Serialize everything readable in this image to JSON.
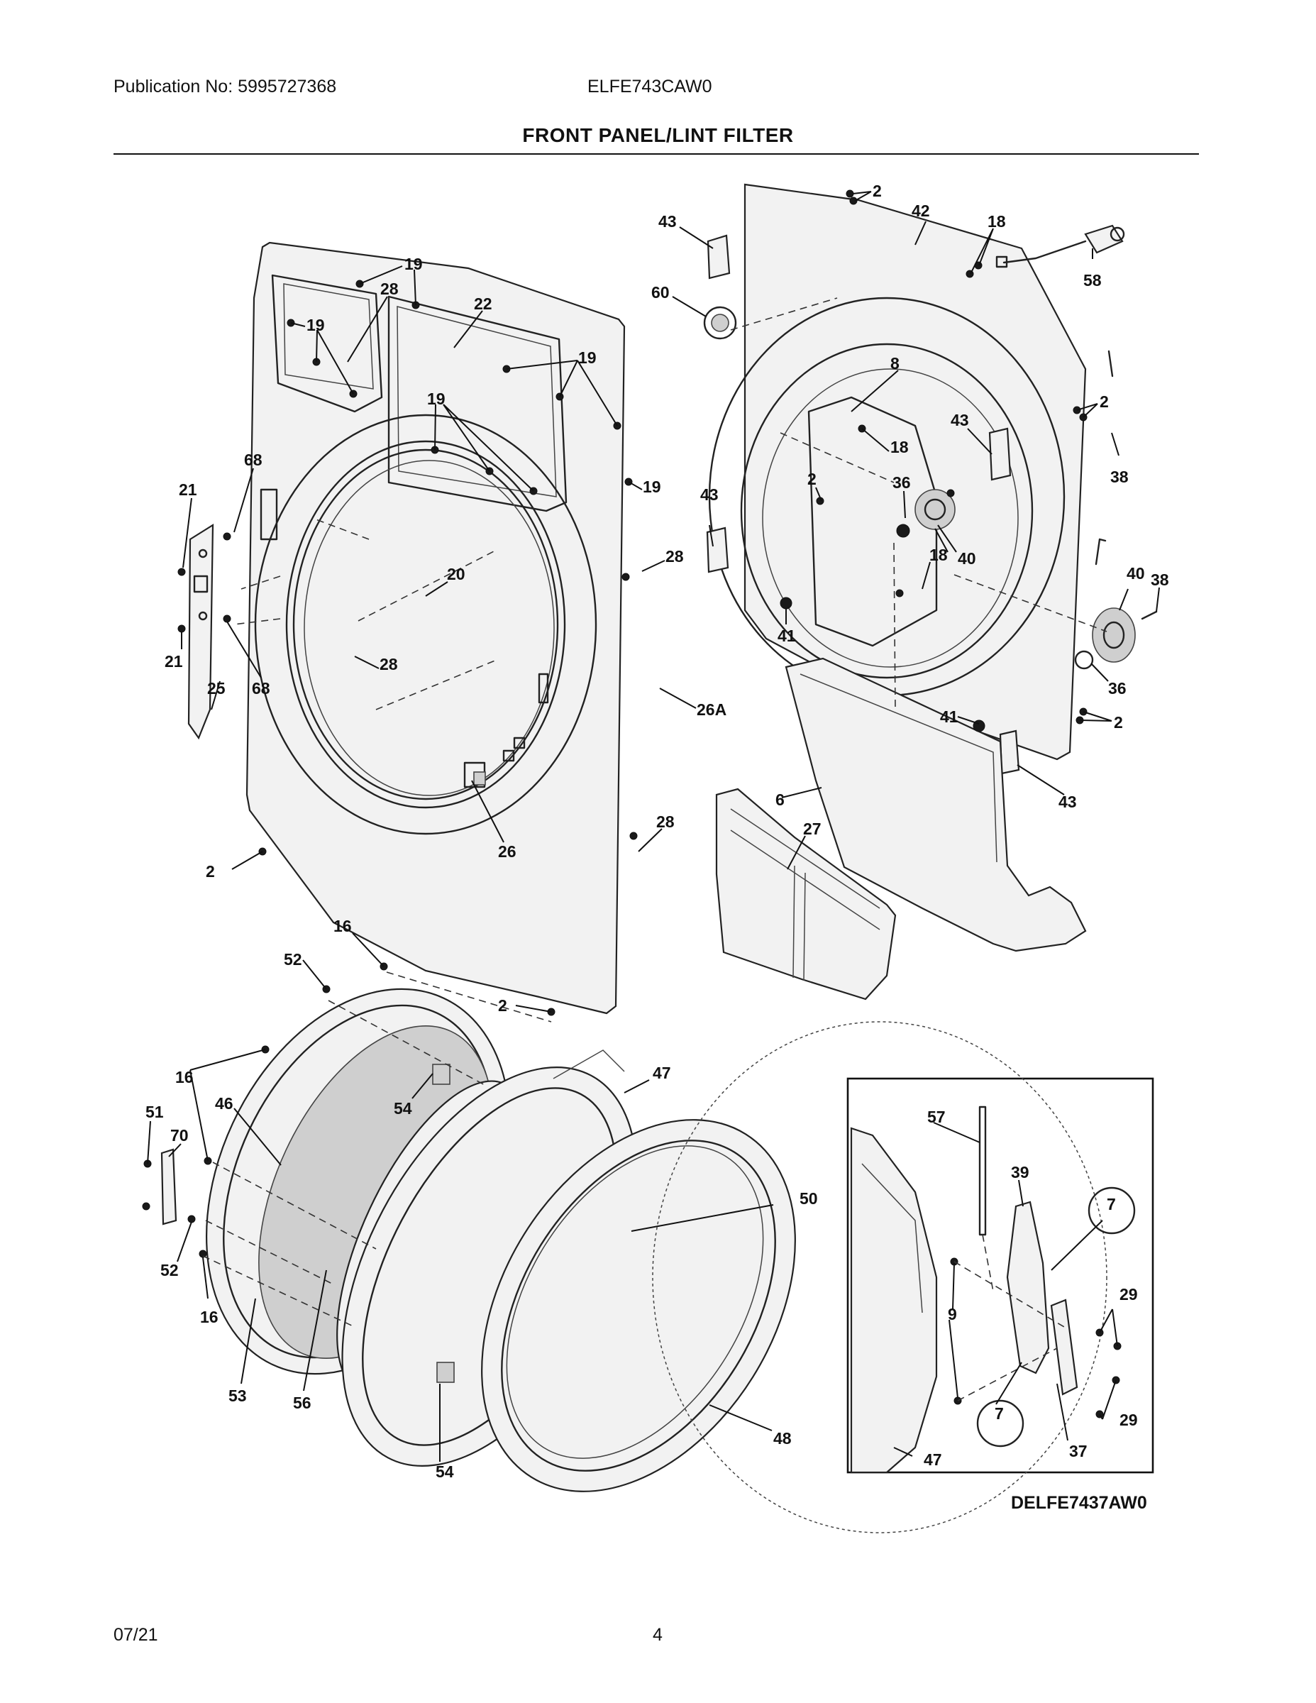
{
  "header": {
    "publication": "Publication No: 5995727368",
    "model": "ELFE743CAW0",
    "title": "FRONT PANEL/LINT FILTER"
  },
  "diagram": {
    "drawing_code": "DELFE7437AW0",
    "callouts": [
      {
        "label": "2"
      },
      {
        "label": "43"
      },
      {
        "label": "42"
      },
      {
        "label": "18"
      },
      {
        "label": "58"
      },
      {
        "label": "60"
      },
      {
        "label": "19"
      },
      {
        "label": "28"
      },
      {
        "label": "19"
      },
      {
        "label": "22"
      },
      {
        "label": "19"
      },
      {
        "label": "8"
      },
      {
        "label": "19"
      },
      {
        "label": "2"
      },
      {
        "label": "43"
      },
      {
        "label": "18"
      },
      {
        "label": "38"
      },
      {
        "label": "68"
      },
      {
        "label": "19"
      },
      {
        "label": "21"
      },
      {
        "label": "2"
      },
      {
        "label": "36"
      },
      {
        "label": "43"
      },
      {
        "label": "28"
      },
      {
        "label": "18"
      },
      {
        "label": "40"
      },
      {
        "label": "20"
      },
      {
        "label": "40"
      },
      {
        "label": "38"
      },
      {
        "label": "41"
      },
      {
        "label": "21"
      },
      {
        "label": "28"
      },
      {
        "label": "25"
      },
      {
        "label": "68"
      },
      {
        "label": "36"
      },
      {
        "label": "26A"
      },
      {
        "label": "41"
      },
      {
        "label": "2"
      },
      {
        "label": "43"
      },
      {
        "label": "6"
      },
      {
        "label": "28"
      },
      {
        "label": "2"
      },
      {
        "label": "26"
      },
      {
        "label": "27"
      },
      {
        "label": "16"
      },
      {
        "label": "52"
      },
      {
        "label": "2"
      },
      {
        "label": "47"
      },
      {
        "label": "16"
      },
      {
        "label": "51"
      },
      {
        "label": "46"
      },
      {
        "label": "54"
      },
      {
        "label": "70"
      },
      {
        "label": "57"
      },
      {
        "label": "50"
      },
      {
        "label": "39"
      },
      {
        "label": "7"
      },
      {
        "label": "52"
      },
      {
        "label": "9"
      },
      {
        "label": "29"
      },
      {
        "label": "16"
      },
      {
        "label": "53"
      },
      {
        "label": "56"
      },
      {
        "label": "7"
      },
      {
        "label": "29"
      },
      {
        "label": "48"
      },
      {
        "label": "47"
      },
      {
        "label": "37"
      },
      {
        "label": "54"
      }
    ]
  },
  "footer": {
    "date": "07/21",
    "page": "4"
  }
}
